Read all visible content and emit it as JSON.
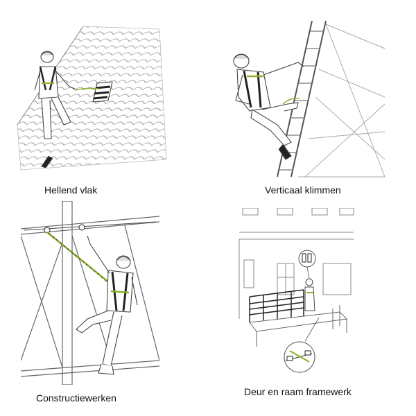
{
  "panels": [
    {
      "caption": "Hellend vlak"
    },
    {
      "caption": "Verticaal klimmen"
    },
    {
      "caption": "Constructiewerken"
    },
    {
      "caption": "Deur en raam framewerk"
    }
  ],
  "colors": {
    "line": "#555555",
    "light_line": "#9a9a9a",
    "harness": "#8bb02a",
    "dark": "#222222"
  }
}
